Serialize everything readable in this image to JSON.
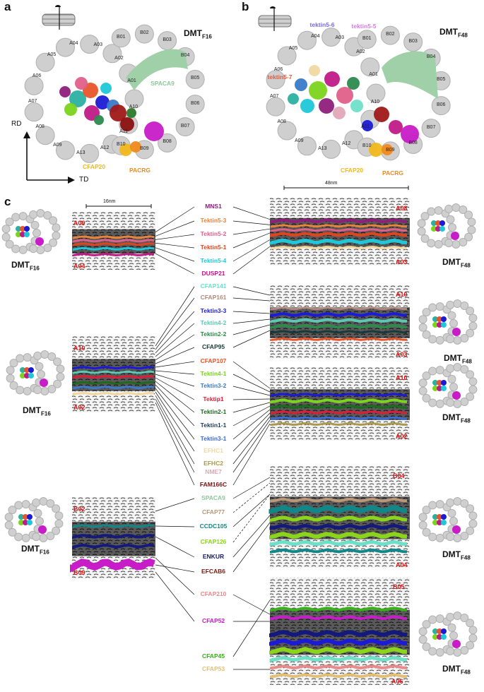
{
  "panels": {
    "a": "a",
    "b": "b",
    "c": "c"
  },
  "dmt": {
    "base": "DMT",
    "f16": "F16",
    "f48": "F48"
  },
  "axes": {
    "rd": "RD",
    "td": "TD"
  },
  "a_labels": {
    "a_pf": [
      "A09",
      "A08",
      "A07",
      "A06",
      "A05",
      "A04",
      "A03",
      "A02",
      "A01",
      "A10",
      "A11",
      "A12",
      "A13"
    ],
    "b_pf": [
      "B01",
      "B02",
      "B03",
      "B04",
      "B05",
      "B06",
      "B07",
      "B08",
      "B09",
      "B10"
    ],
    "spaca9": "SPACA9",
    "cfap20": "CFAP20",
    "pacrg": "PACRG"
  },
  "b_labels": {
    "tektin5_6": "tektin5-6",
    "tektin5_5": "tektin5-5",
    "tektin5_7": "tektin5-7",
    "cfap20": "CFAP20",
    "pacrg": "PACRG"
  },
  "scale": {
    "s16": "16nm",
    "s48": "48nm"
  },
  "c_red": {
    "g1_left": [
      "A09",
      "A04"
    ],
    "g1_right": [
      "A08",
      "A03"
    ],
    "g2_left": [
      "A10",
      "A02"
    ],
    "g2_right1": [
      "A10",
      "A03"
    ],
    "g2_right2": [
      "A10",
      "A02"
    ],
    "g3_left": [
      "B02",
      "B09"
    ],
    "g3_right1": [
      "B04",
      "A04"
    ],
    "g3_right2": [
      "B05",
      "A06"
    ]
  },
  "c_small": {
    "a12a": "A12",
    "a12b": "A12"
  },
  "proteins": {
    "mns1": "MNS1",
    "tektin5_3": "Tektin5-3",
    "tektin5_2": "Tektin5-2",
    "tektin5_1": "Tektin5-1",
    "tektin5_4": "Tektin5-4",
    "dusp21": "DUSP21",
    "cfap141": "CFAP141",
    "cfap161": "CFAP161",
    "tektin3_3": "Tektin3-3",
    "tektin4_2": "Tektin4-2",
    "tektin2_2": "Tektin2-2",
    "cfap95": "CFAP95",
    "cfap107": "CFAP107",
    "tektin4_1": "Tektin4-1",
    "tektin3_2": "Tektin3-2",
    "tektip1": "Tektip1",
    "tektin2_1": "Tektin2-1",
    "tektin1_1": "Tektin1-1",
    "tektin3_1": "Tektin3-1",
    "efhc1": "EFHC1",
    "efhc2": "EFHC2",
    "nme7": "NME7",
    "fam166c": "FAM166C",
    "spaca9": "SPACA9",
    "cfap77": "CFAP77",
    "ccdc105": "CCDC105",
    "cfap126": "CFAP126",
    "enkur": "ENKUR",
    "efcab6": "EFCAB6",
    "cfap210": "CFAP210",
    "cfap52": "CFAP52",
    "cfap45": "CFAP45",
    "cfap53": "CFAP53"
  },
  "colors": {
    "mns1": "#8e1f7a",
    "tektin5_3": "#e8833a",
    "tektin5_2": "#e0608a",
    "tektin5_1": "#e0441c",
    "tektin5_4": "#1ec8d8",
    "dusp21": "#c01a86",
    "cfap141": "#6fe0c8",
    "cfap161": "#b08a80",
    "tektin3_3": "#1b1bd6",
    "tektin4_2": "#5cc8b4",
    "tektin2_2": "#2c8a4c",
    "cfap95": "#1a3a3a",
    "cfap107": "#e8552a",
    "tektin4_1": "#7ad41c",
    "tektin3_2": "#3a7ac8",
    "tektip1": "#e01c3a",
    "tektin2_1": "#1e6a1e",
    "tektin1_1": "#1e3a5a",
    "tektin3_1": "#3a6ad8",
    "efhc1": "#f0d8a0",
    "efhc2": "#a89a4a",
    "nme7": "#e0a8b8",
    "fam166c": "#7a0e0e",
    "spaca9": "#8cc89a",
    "cfap77": "#b89878",
    "ccdc105": "#108888",
    "cfap126": "#8ad41c",
    "enkur": "#141a7a",
    "efcab6": "#7a1a0e",
    "cfap210": "#e88a8a",
    "cfap52": "#c81cc8",
    "cfap45": "#3ab01c",
    "cfap53": "#e0c078",
    "cfap20": "#f0b81c",
    "pacrg": "#f08a1c",
    "a_red": "#d81818"
  }
}
